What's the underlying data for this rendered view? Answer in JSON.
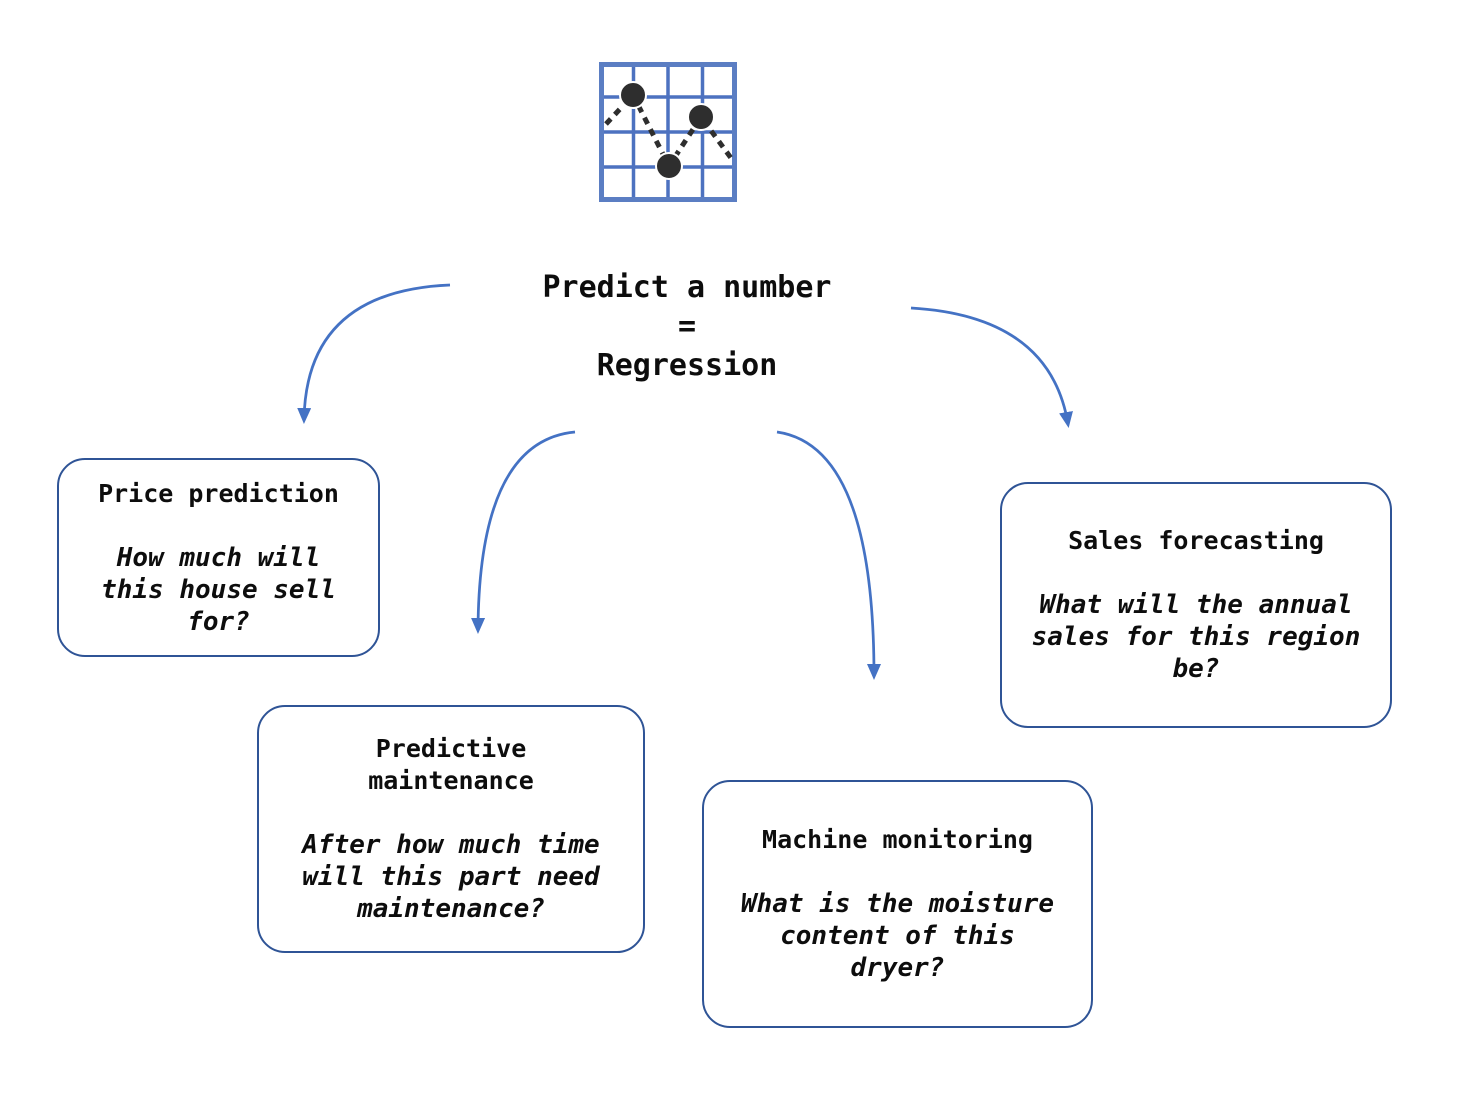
{
  "diagram": {
    "icon": "line-chart-icon",
    "center_label": "Predict a number\n=\nRegression",
    "nodes": [
      {
        "title": "Price prediction",
        "question": "How much will\nthis house sell\nfor?"
      },
      {
        "title": "Predictive\nmaintenance",
        "question": "After how much time\nwill this part need\nmaintenance?"
      },
      {
        "title": "Machine monitoring",
        "question": "What is the moisture\ncontent of this\ndryer?"
      },
      {
        "title": "Sales forecasting",
        "question": "What will the annual\nsales for this region\nbe?"
      }
    ],
    "colors": {
      "arrow": "#4472C4",
      "box_border": "#2F5496",
      "text": "#0D0D0D",
      "icon_grid": "#4D72C0",
      "icon_frame": "#5B7EC3",
      "icon_dot": "#2E2E2E"
    }
  }
}
